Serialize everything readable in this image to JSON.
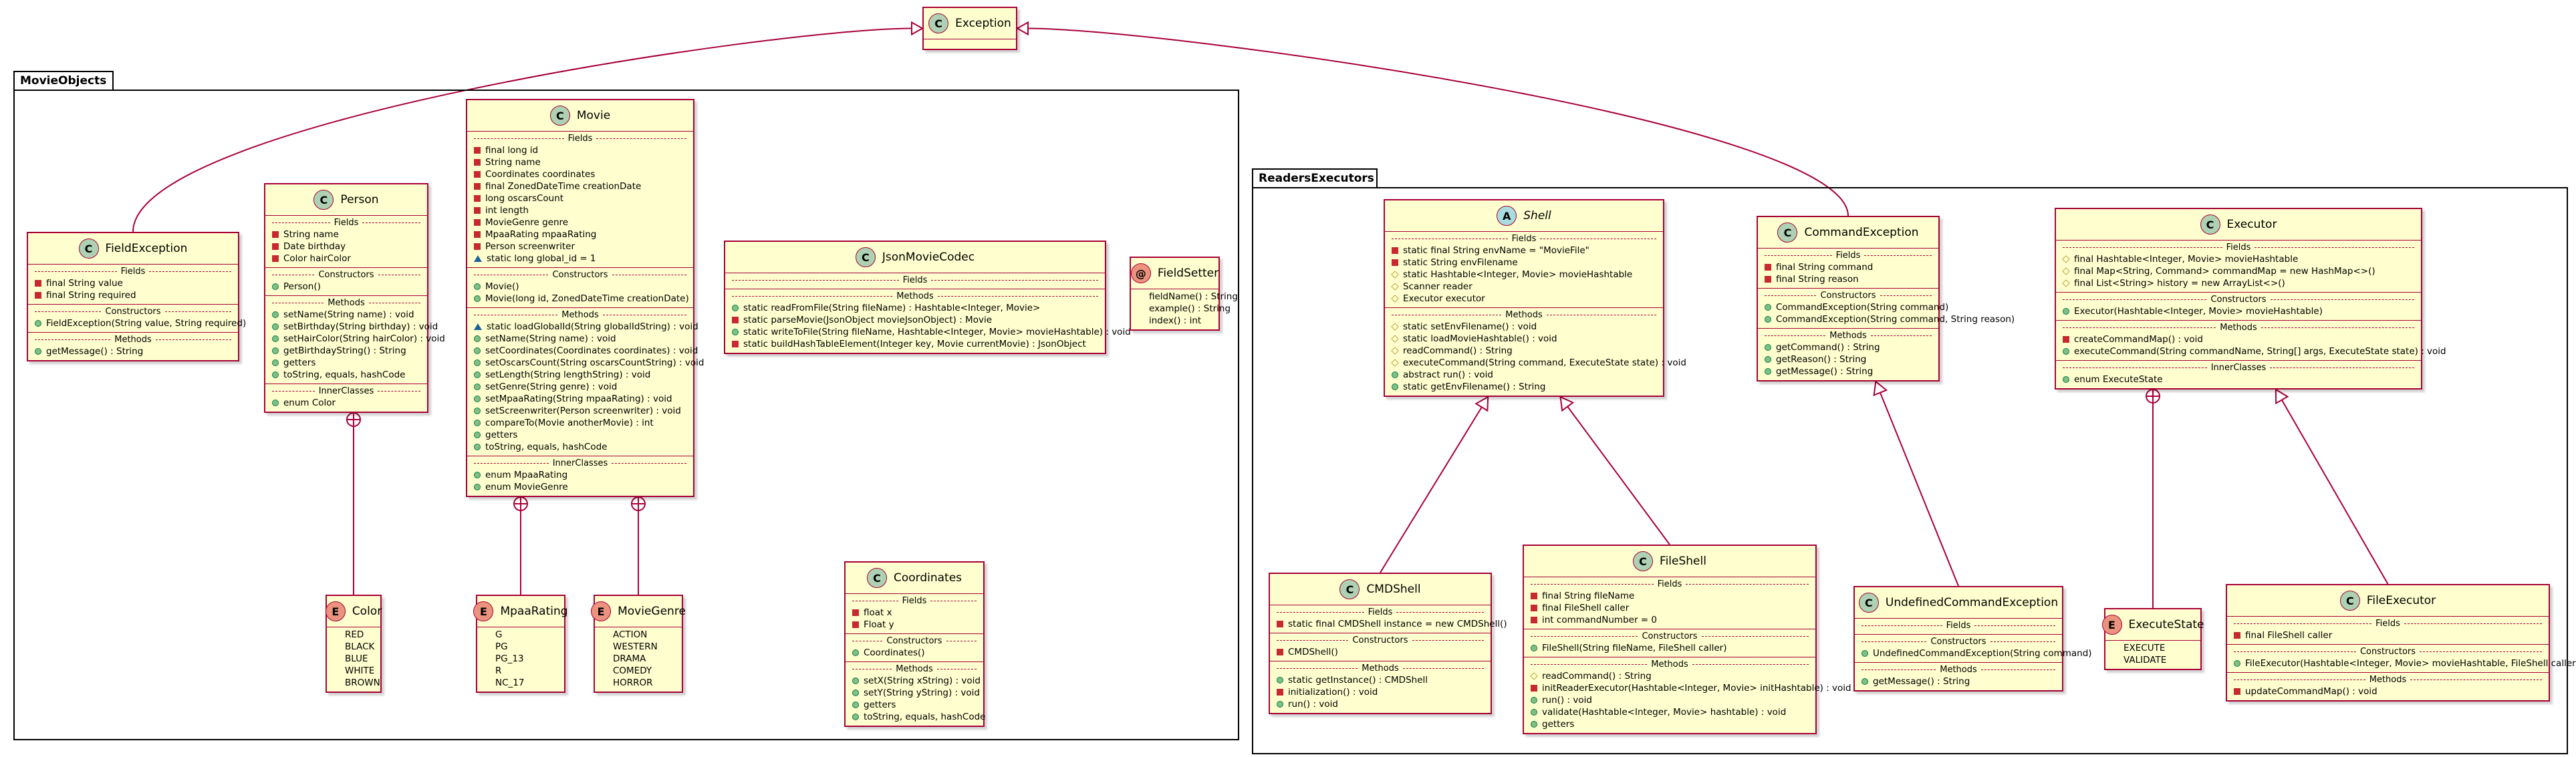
{
  "packages": {
    "movie_objects": "MovieObjects",
    "readers_executors": "ReadersExecutors"
  },
  "classes": {
    "exception": {
      "name": "Exception",
      "kind": "C",
      "sections": []
    },
    "field_exception": {
      "name": "FieldException",
      "kind": "C",
      "sections": [
        {
          "label": "Fields",
          "members": [
            {
              "vis": "private",
              "text": "final String value"
            },
            {
              "vis": "private",
              "text": "final String required"
            }
          ]
        },
        {
          "label": "Constructors",
          "members": [
            {
              "vis": "public",
              "text": "FieldException(String value, String required)"
            }
          ]
        },
        {
          "label": "Methods",
          "members": [
            {
              "vis": "public",
              "text": "getMessage() : String"
            }
          ]
        }
      ]
    },
    "person": {
      "name": "Person",
      "kind": "C",
      "sections": [
        {
          "label": "Fields",
          "members": [
            {
              "vis": "private",
              "text": "String name"
            },
            {
              "vis": "private",
              "text": "Date birthday"
            },
            {
              "vis": "private",
              "text": "Color hairColor"
            }
          ]
        },
        {
          "label": "Constructors",
          "members": [
            {
              "vis": "public",
              "text": "Person()"
            }
          ]
        },
        {
          "label": "Methods",
          "members": [
            {
              "vis": "public",
              "text": "setName(String name) : void"
            },
            {
              "vis": "public",
              "text": "setBirthday(String birthday) : void"
            },
            {
              "vis": "public",
              "text": "setHairColor(String hairColor) : void"
            },
            {
              "vis": "public",
              "text": "getBirthdayString() : String"
            },
            {
              "vis": "public",
              "text": "getters"
            },
            {
              "vis": "public",
              "text": "toString, equals, hashCode"
            }
          ]
        },
        {
          "label": "InnerClasses",
          "members": [
            {
              "vis": "public",
              "text": "enum Color"
            }
          ]
        }
      ]
    },
    "movie": {
      "name": "Movie",
      "kind": "C",
      "sections": [
        {
          "label": "Fields",
          "members": [
            {
              "vis": "private",
              "text": "final long id"
            },
            {
              "vis": "private",
              "text": "String name"
            },
            {
              "vis": "private",
              "text": "Coordinates coordinates"
            },
            {
              "vis": "private",
              "text": "final ZonedDateTime creationDate"
            },
            {
              "vis": "private",
              "text": "long oscarsCount"
            },
            {
              "vis": "private",
              "text": "int length"
            },
            {
              "vis": "private",
              "text": "MovieGenre genre"
            },
            {
              "vis": "private",
              "text": "MpaaRating mpaaRating"
            },
            {
              "vis": "private",
              "text": "Person screenwriter"
            },
            {
              "vis": "package",
              "text": "static long global_id = 1"
            }
          ]
        },
        {
          "label": "Constructors",
          "members": [
            {
              "vis": "public",
              "text": "Movie()"
            },
            {
              "vis": "public",
              "text": "Movie(long id, ZonedDateTime creationDate)"
            }
          ]
        },
        {
          "label": "Methods",
          "members": [
            {
              "vis": "package",
              "text": "static loadGlobalId(String globalIdString) : void"
            },
            {
              "vis": "public",
              "text": "setName(String name) : void"
            },
            {
              "vis": "public",
              "text": "setCoordinates(Coordinates coordinates) : void"
            },
            {
              "vis": "public",
              "text": "setOscarsCount(String oscarsCountString) : void"
            },
            {
              "vis": "public",
              "text": "setLength(String lengthString) : void"
            },
            {
              "vis": "public",
              "text": "setGenre(String genre) : void"
            },
            {
              "vis": "public",
              "text": "setMpaaRating(String mpaaRating) : void"
            },
            {
              "vis": "public",
              "text": "setScreenwriter(Person screenwriter) : void"
            },
            {
              "vis": "public",
              "text": "compareTo(Movie anotherMovie) : int"
            },
            {
              "vis": "public",
              "text": "getters"
            },
            {
              "vis": "public",
              "text": "toString, equals, hashCode"
            }
          ]
        },
        {
          "label": "InnerClasses",
          "members": [
            {
              "vis": "public",
              "text": "enum MpaaRating"
            },
            {
              "vis": "public",
              "text": "enum MovieGenre"
            }
          ]
        }
      ]
    },
    "json_movie_codec": {
      "name": "JsonMovieCodec",
      "kind": "C",
      "sections": [
        {
          "label": "Fields",
          "members": []
        },
        {
          "label": "Methods",
          "members": [
            {
              "vis": "public",
              "text": "static readFromFile(String fileName) : Hashtable<Integer, Movie>"
            },
            {
              "vis": "private",
              "text": "static parseMovie(JsonObject movieJsonObject) : Movie"
            },
            {
              "vis": "public",
              "text": "static writeToFile(String fileName, Hashtable<Integer, Movie> movieHashtable) : void"
            },
            {
              "vis": "private",
              "text": "static buildHashTableElement(Integer key, Movie currentMovie) : JsonObject"
            }
          ]
        }
      ]
    },
    "field_setter": {
      "name": "FieldSetter",
      "kind": "@",
      "sections": [
        {
          "label": "",
          "members": [
            {
              "vis": "none",
              "text": "fieldName() : String"
            },
            {
              "vis": "none",
              "text": "example() : String"
            },
            {
              "vis": "none",
              "text": "index() : int"
            }
          ]
        }
      ]
    },
    "color": {
      "name": "Color",
      "kind": "E",
      "sections": [
        {
          "label": "",
          "members": [
            {
              "vis": "none",
              "text": "RED"
            },
            {
              "vis": "none",
              "text": "BLACK"
            },
            {
              "vis": "none",
              "text": "BLUE"
            },
            {
              "vis": "none",
              "text": "WHITE"
            },
            {
              "vis": "none",
              "text": "BROWN"
            }
          ]
        }
      ]
    },
    "mpaa_rating": {
      "name": "MpaaRating",
      "kind": "E",
      "sections": [
        {
          "label": "",
          "members": [
            {
              "vis": "none",
              "text": "G"
            },
            {
              "vis": "none",
              "text": "PG"
            },
            {
              "vis": "none",
              "text": "PG_13"
            },
            {
              "vis": "none",
              "text": "R"
            },
            {
              "vis": "none",
              "text": "NC_17"
            }
          ]
        }
      ]
    },
    "movie_genre": {
      "name": "MovieGenre",
      "kind": "E",
      "sections": [
        {
          "label": "",
          "members": [
            {
              "vis": "none",
              "text": "ACTION"
            },
            {
              "vis": "none",
              "text": "WESTERN"
            },
            {
              "vis": "none",
              "text": "DRAMA"
            },
            {
              "vis": "none",
              "text": "COMEDY"
            },
            {
              "vis": "none",
              "text": "HORROR"
            }
          ]
        }
      ]
    },
    "coordinates": {
      "name": "Coordinates",
      "kind": "C",
      "sections": [
        {
          "label": "Fields",
          "members": [
            {
              "vis": "private",
              "text": "float x"
            },
            {
              "vis": "private",
              "text": "Float y"
            }
          ]
        },
        {
          "label": "Constructors",
          "members": [
            {
              "vis": "public",
              "text": "Coordinates()"
            }
          ]
        },
        {
          "label": "Methods",
          "members": [
            {
              "vis": "public",
              "text": "setX(String xString) : void"
            },
            {
              "vis": "public",
              "text": "setY(String yString) : void"
            },
            {
              "vis": "public",
              "text": "getters"
            },
            {
              "vis": "public",
              "text": "toString, equals, hashCode"
            }
          ]
        }
      ]
    },
    "shell": {
      "name": "Shell",
      "kind": "A",
      "sections": [
        {
          "label": "Fields",
          "members": [
            {
              "vis": "private",
              "text": "static final String envName = \"MovieFile\""
            },
            {
              "vis": "private",
              "text": "static String envFilename"
            },
            {
              "vis": "protected",
              "text": "static Hashtable<Integer, Movie> movieHashtable"
            },
            {
              "vis": "protected",
              "text": "Scanner reader"
            },
            {
              "vis": "protected",
              "text": "Executor executor"
            }
          ]
        },
        {
          "label": "Methods",
          "members": [
            {
              "vis": "protected",
              "text": "static setEnvFilename() : void"
            },
            {
              "vis": "protected",
              "text": "static loadMovieHashtable() : void"
            },
            {
              "vis": "protected",
              "text": "readCommand() : String"
            },
            {
              "vis": "protected",
              "text": "executeCommand(String command, ExecuteState state) : void"
            },
            {
              "vis": "public",
              "text": "abstract run() : void"
            },
            {
              "vis": "public",
              "text": "static getEnvFilename() : String"
            }
          ]
        }
      ]
    },
    "command_exception": {
      "name": "CommandException",
      "kind": "C",
      "sections": [
        {
          "label": "Fields",
          "members": [
            {
              "vis": "private",
              "text": "final String command"
            },
            {
              "vis": "private",
              "text": "final String reason"
            }
          ]
        },
        {
          "label": "Constructors",
          "members": [
            {
              "vis": "public",
              "text": "CommandException(String command)"
            },
            {
              "vis": "public",
              "text": "CommandException(String command, String reason)"
            }
          ]
        },
        {
          "label": "Methods",
          "members": [
            {
              "vis": "public",
              "text": "getCommand() : String"
            },
            {
              "vis": "public",
              "text": "getReason() : String"
            },
            {
              "vis": "public",
              "text": "getMessage() : String"
            }
          ]
        }
      ]
    },
    "executor": {
      "name": "Executor",
      "kind": "C",
      "sections": [
        {
          "label": "Fields",
          "members": [
            {
              "vis": "protected",
              "text": "final Hashtable<Integer, Movie> movieHashtable"
            },
            {
              "vis": "protected",
              "text": "final Map<String, Command> commandMap = new HashMap<>()"
            },
            {
              "vis": "protected",
              "text": "final List<String> history = new ArrayList<>()"
            }
          ]
        },
        {
          "label": "Constructors",
          "members": [
            {
              "vis": "public",
              "text": "Executor(Hashtable<Integer, Movie> movieHashtable)"
            }
          ]
        },
        {
          "label": "Methods",
          "members": [
            {
              "vis": "private",
              "text": "createCommandMap() : void"
            },
            {
              "vis": "public",
              "text": "executeCommand(String commandName, String[] args, ExecuteState state) : void"
            }
          ]
        },
        {
          "label": "InnerClasses",
          "members": [
            {
              "vis": "public",
              "text": "enum ExecuteState"
            }
          ]
        }
      ]
    },
    "cmd_shell": {
      "name": "CMDShell",
      "kind": "C",
      "sections": [
        {
          "label": "Fields",
          "members": [
            {
              "vis": "private",
              "text": "static final CMDShell instance = new CMDShell()"
            }
          ]
        },
        {
          "label": "Constructors",
          "members": [
            {
              "vis": "private",
              "text": "CMDShell()"
            }
          ]
        },
        {
          "label": "Methods",
          "members": [
            {
              "vis": "public",
              "text": "static getInstance() : CMDShell"
            },
            {
              "vis": "private",
              "text": "initialization() : void"
            },
            {
              "vis": "public",
              "text": "run() : void"
            }
          ]
        }
      ]
    },
    "file_shell": {
      "name": "FileShell",
      "kind": "C",
      "sections": [
        {
          "label": "Fields",
          "members": [
            {
              "vis": "private",
              "text": "final String fileName"
            },
            {
              "vis": "private",
              "text": "final FileShell caller"
            },
            {
              "vis": "private",
              "text": "int commandNumber = 0"
            }
          ]
        },
        {
          "label": "Constructors",
          "members": [
            {
              "vis": "public",
              "text": "FileShell(String fileName, FileShell caller)"
            }
          ]
        },
        {
          "label": "Methods",
          "members": [
            {
              "vis": "protected",
              "text": "readCommand() : String"
            },
            {
              "vis": "private",
              "text": "initReaderExecutor(Hashtable<Integer, Movie> initHashtable) : void"
            },
            {
              "vis": "public",
              "text": "run() : void"
            },
            {
              "vis": "public",
              "text": "validate(Hashtable<Integer, Movie> hashtable) : void"
            },
            {
              "vis": "public",
              "text": "getters"
            }
          ]
        }
      ]
    },
    "undefined_command_exception": {
      "name": "UndefinedCommandException",
      "kind": "C",
      "sections": [
        {
          "label": "Fields",
          "members": []
        },
        {
          "label": "Constructors",
          "members": [
            {
              "vis": "public",
              "text": "UndefinedCommandException(String command)"
            }
          ]
        },
        {
          "label": "Methods",
          "members": [
            {
              "vis": "public",
              "text": "getMessage() : String"
            }
          ]
        }
      ]
    },
    "execute_state": {
      "name": "ExecuteState",
      "kind": "E",
      "sections": [
        {
          "label": "",
          "members": [
            {
              "vis": "none",
              "text": "EXECUTE"
            },
            {
              "vis": "none",
              "text": "VALIDATE"
            }
          ]
        }
      ]
    },
    "file_executor": {
      "name": "FileExecutor",
      "kind": "C",
      "sections": [
        {
          "label": "Fields",
          "members": [
            {
              "vis": "private",
              "text": "final FileShell caller"
            }
          ]
        },
        {
          "label": "Constructors",
          "members": [
            {
              "vis": "public",
              "text": "FileExecutor(Hashtable<Integer, Movie> movieHashtable, FileShell caller)"
            }
          ]
        },
        {
          "label": "Methods",
          "members": [
            {
              "vis": "private",
              "text": "updateCommandMap() : void"
            }
          ]
        }
      ]
    }
  },
  "relations": [
    {
      "from": "field_exception",
      "to": "exception",
      "type": "extends"
    },
    {
      "from": "command_exception",
      "to": "exception",
      "type": "extends"
    },
    {
      "from": "color",
      "to": "person",
      "type": "nested"
    },
    {
      "from": "mpaa_rating",
      "to": "movie",
      "type": "nested"
    },
    {
      "from": "movie_genre",
      "to": "movie",
      "type": "nested"
    },
    {
      "from": "cmd_shell",
      "to": "shell",
      "type": "extends"
    },
    {
      "from": "file_shell",
      "to": "shell",
      "type": "extends"
    },
    {
      "from": "undefined_command_exception",
      "to": "command_exception",
      "type": "extends"
    },
    {
      "from": "execute_state",
      "to": "executor",
      "type": "nested"
    },
    {
      "from": "file_executor",
      "to": "executor",
      "type": "extends"
    }
  ]
}
